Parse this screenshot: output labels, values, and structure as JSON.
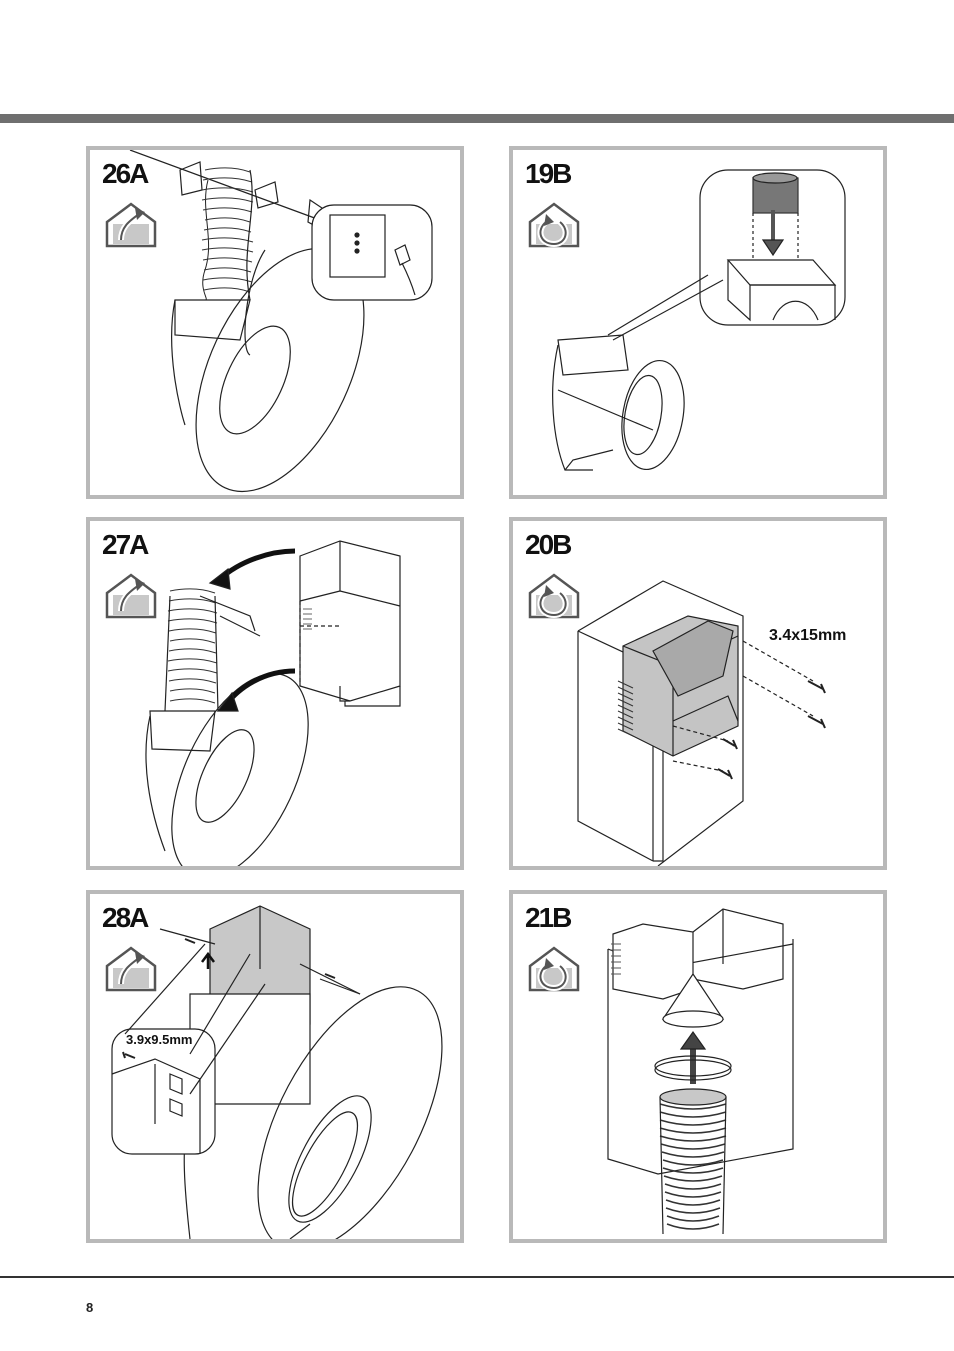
{
  "page": {
    "number": "8"
  },
  "panels": [
    {
      "label": "26A",
      "mode_icon": "ducted-house-icon"
    },
    {
      "label": "19B",
      "mode_icon": "recirculation-house-icon"
    },
    {
      "label": "27A",
      "mode_icon": "ducted-house-icon"
    },
    {
      "label": "20B",
      "mode_icon": "recirculation-house-icon",
      "dimension": "3.4x15mm"
    },
    {
      "label": "28A",
      "mode_icon": "ducted-house-icon",
      "dimension": "3.9x9.5mm"
    },
    {
      "label": "21B",
      "mode_icon": "recirculation-house-icon"
    }
  ],
  "colors": {
    "top_bar": "#6f6f6f",
    "panel_border": "#b9b9b9",
    "icon_fill": "#c8c8c8"
  }
}
